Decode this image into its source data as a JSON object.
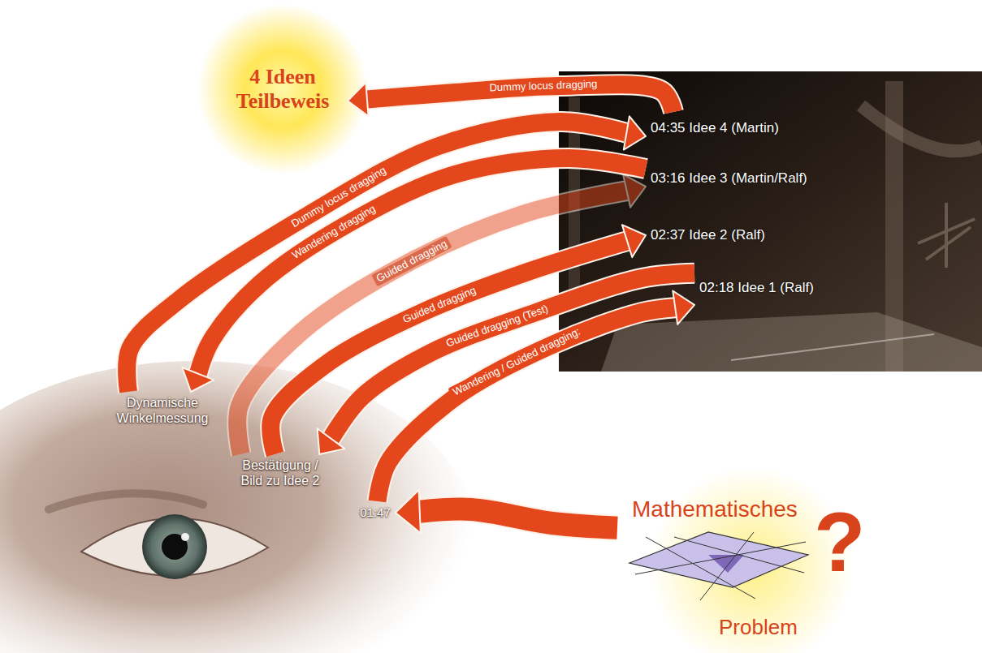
{
  "diagram": {
    "nodes": [
      {
        "text": [
          "4 Ideen Teilbeweis"
        ]
      },
      {
        "text": [
          "04:35 Idee 4 (Martin)"
        ]
      },
      {
        "text": [
          "03:16 Idee 3 (Martin/Ralf)"
        ]
      },
      {
        "text": [
          "02:37 Idee 2 (Ralf)"
        ]
      },
      {
        "text": [
          "02:18 Idee 1 (Ralf)"
        ]
      },
      {
        "text": [
          "Dynamische Winkelmessung"
        ]
      },
      {
        "text": [
          "Bestätigung / Bild zu Idee 2"
        ]
      },
      {
        "text": [
          "01:47"
        ]
      },
      {
        "text": [
          "Mathematisches",
          "Problem"
        ]
      }
    ],
    "edges": [
      {
        "from": 8,
        "to": 7,
        "arrow": "to"
      },
      {
        "from": 7,
        "to": 4,
        "label": "Wandering / Guided dragging:",
        "arrow": "to"
      },
      {
        "from": 4,
        "to": 6,
        "label": "Guided dragging (Test)",
        "arrow": "to"
      },
      {
        "from": 6,
        "to": 3,
        "label": "Guided dragging",
        "arrow": "to"
      },
      {
        "from": 6,
        "to": 2,
        "label": "Guided dragging",
        "arrow": "to"
      },
      {
        "from": 2,
        "to": 5,
        "label": "Wandering dragging",
        "arrow": "to"
      },
      {
        "from": 5,
        "to": 1,
        "label": "Dummy locus dragging",
        "arrow": "to"
      },
      {
        "from": 1,
        "to": 0,
        "label": "Dummy locus dragging",
        "arrow": "to"
      }
    ],
    "labels": [
      "?"
    ]
  }
}
